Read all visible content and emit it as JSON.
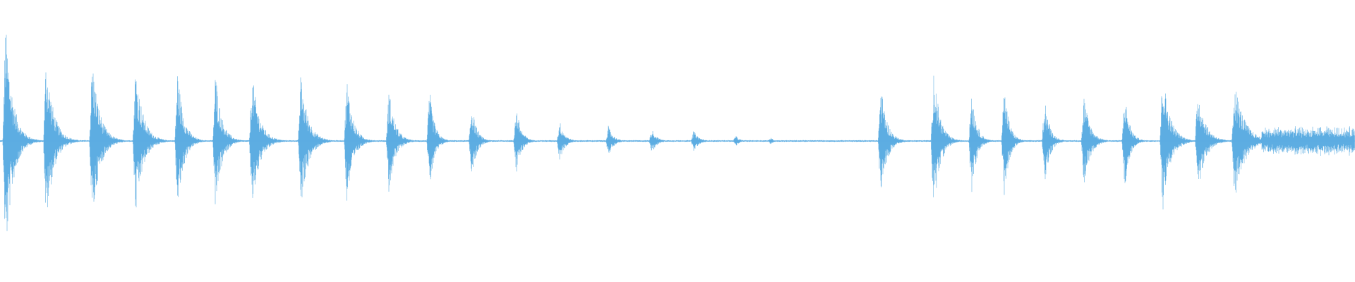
{
  "waveform": {
    "color": "#5dade2",
    "background": "#ffffff",
    "bursts": [
      {
        "t": 0.004,
        "amp": 0.87,
        "len": 0.006
      },
      {
        "t": 0.034,
        "amp": 0.62,
        "len": 0.006
      },
      {
        "t": 0.068,
        "amp": 0.61,
        "len": 0.006
      },
      {
        "t": 0.1,
        "amp": 0.56,
        "len": 0.006
      },
      {
        "t": 0.131,
        "amp": 0.52,
        "len": 0.005
      },
      {
        "t": 0.159,
        "amp": 0.51,
        "len": 0.005
      },
      {
        "t": 0.186,
        "amp": 0.5,
        "len": 0.006
      },
      {
        "t": 0.222,
        "amp": 0.49,
        "len": 0.006
      },
      {
        "t": 0.256,
        "amp": 0.46,
        "len": 0.005
      },
      {
        "t": 0.287,
        "amp": 0.38,
        "len": 0.005
      },
      {
        "t": 0.317,
        "amp": 0.37,
        "len": 0.004
      },
      {
        "t": 0.348,
        "amp": 0.28,
        "len": 0.004
      },
      {
        "t": 0.381,
        "amp": 0.25,
        "len": 0.004
      },
      {
        "t": 0.413,
        "amp": 0.15,
        "len": 0.004
      },
      {
        "t": 0.449,
        "amp": 0.11,
        "len": 0.004
      },
      {
        "t": 0.481,
        "amp": 0.09,
        "len": 0.004
      },
      {
        "t": 0.512,
        "amp": 0.08,
        "len": 0.004
      },
      {
        "t": 0.543,
        "amp": 0.04,
        "len": 0.003
      },
      {
        "t": 0.569,
        "amp": 0.03,
        "len": 0.002
      },
      {
        "t": 0.65,
        "amp": 0.41,
        "len": 0.005
      },
      {
        "t": 0.689,
        "amp": 0.54,
        "len": 0.005
      },
      {
        "t": 0.717,
        "amp": 0.39,
        "len": 0.004
      },
      {
        "t": 0.741,
        "amp": 0.42,
        "len": 0.004
      },
      {
        "t": 0.771,
        "amp": 0.33,
        "len": 0.004
      },
      {
        "t": 0.8,
        "amp": 0.33,
        "len": 0.005
      },
      {
        "t": 0.83,
        "amp": 0.36,
        "len": 0.004
      },
      {
        "t": 0.858,
        "amp": 0.52,
        "len": 0.006
      },
      {
        "t": 0.884,
        "amp": 0.39,
        "len": 0.006
      },
      {
        "t": 0.911,
        "amp": 0.44,
        "len": 0.008
      }
    ],
    "tail": {
      "start": 0.931,
      "amp": 0.11
    },
    "floor_amp": 0.006
  }
}
